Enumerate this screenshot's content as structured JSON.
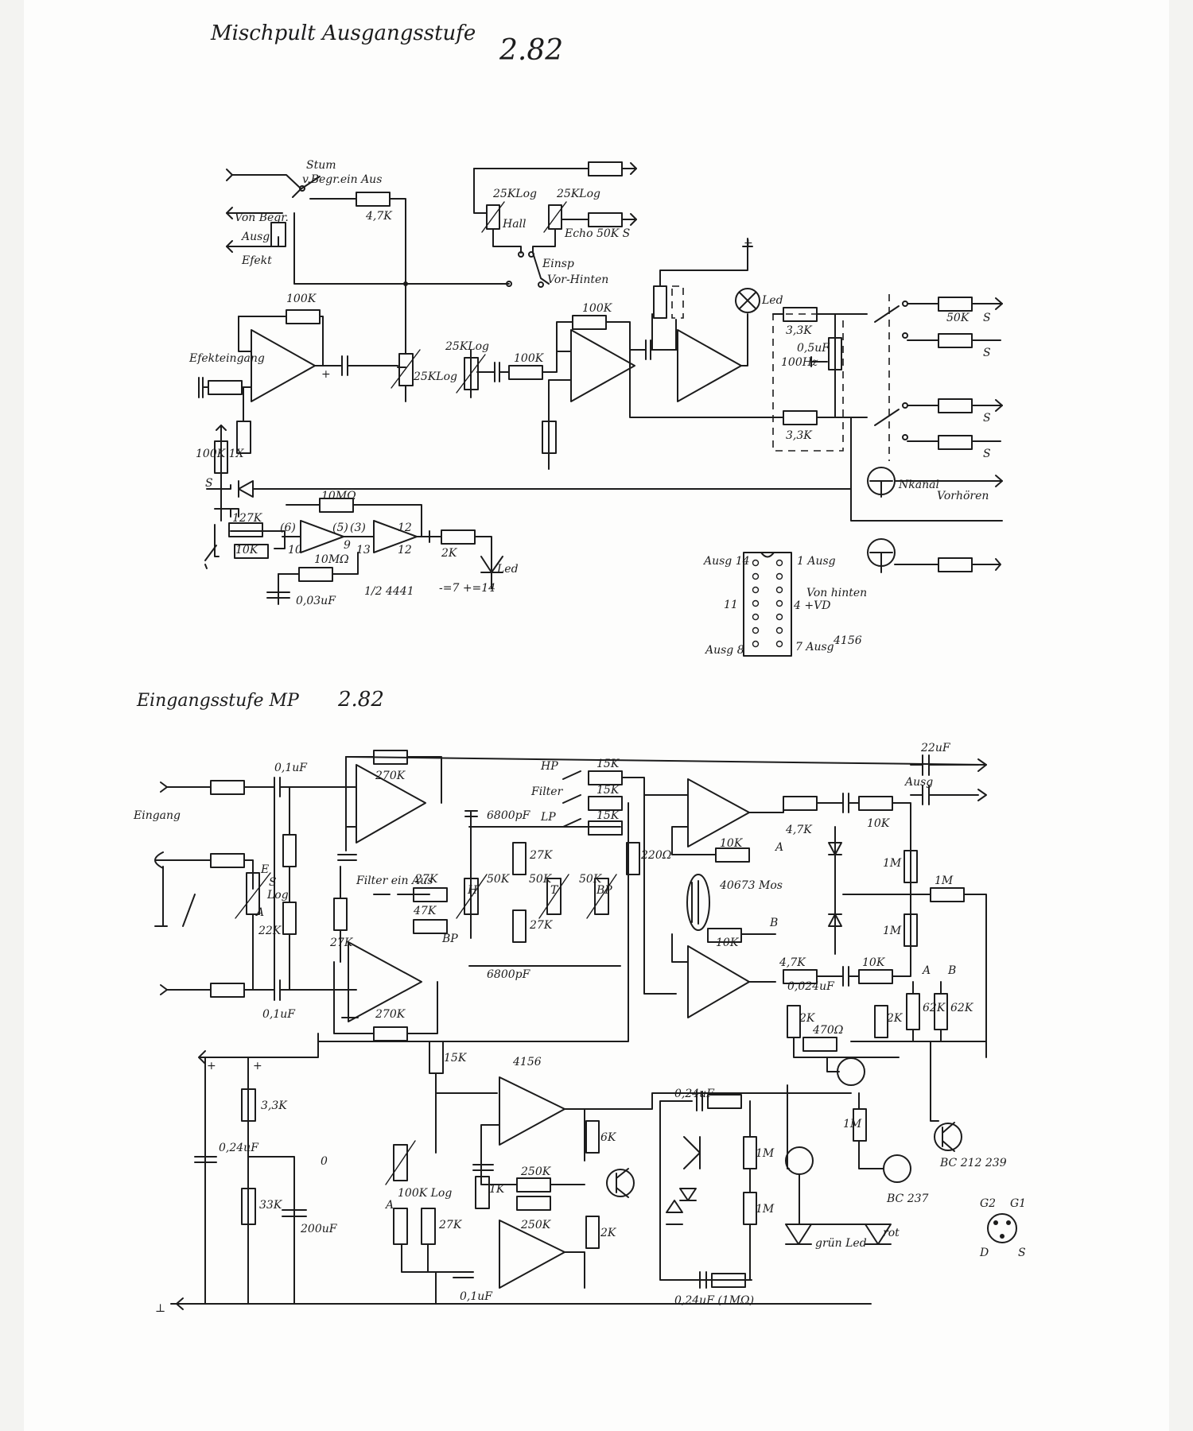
{
  "titles": {
    "top": "Mischpult Ausgangsstufe",
    "top_date": "2.82",
    "bottom": "Eingangsstufe MP",
    "bottom_date": "2.82"
  },
  "top_labels": {
    "stumm": "Stum",
    "begrein": "v.Begr.ein Aus",
    "vonbegr": "Von Begr.",
    "ausg": "Ausg",
    "efekt": "Efekt",
    "r47k": "4,7K",
    "r50k_a": "50K S",
    "pot25klog_a": "25KLog",
    "pot25klog_b": "25KLog",
    "hall": "Hall",
    "echo": "Echo 50K S",
    "einsp": "Einsp",
    "vorhinten": "Vor-Hinten",
    "plus": "+",
    "led_a": "Led",
    "r100k_a": "100K",
    "r100k_b": "100K",
    "r100k_c": "100K",
    "pot25klog_c": "25KLog",
    "pot25klog_d": "25KLog",
    "effekteingang": "Efekteingang",
    "r33k_a": "3,3K",
    "r33k_b": "3,3K",
    "c05uf": "0,5uF",
    "c100hz": "100Hz",
    "r50k_b": "50K",
    "s_a": "S",
    "s_b": "S",
    "s_c": "S",
    "s_d": "S",
    "nkanal": "Nkanal",
    "vorhoeren": "Vorhören",
    "r100k_1x": "100K 1X",
    "s_e": "S",
    "r127k": "127K",
    "r10mohm_a": "10MΩ",
    "r10mohm_b": "10MΩ",
    "r10k": "10K",
    "pin6": "(6)",
    "pin5": "(5)",
    "pin3": "(3)",
    "pin12": "12",
    "pin10": "10",
    "pin9": "9",
    "pin13": "13",
    "pin12b": "12",
    "r2k": "2K",
    "led_b": "Led",
    "c003uf": "0,03uF",
    "ic4441": "1/2 4441",
    "power": "-=7 +=14",
    "ausg14": "Ausg 14",
    "ausg1": "1 Ausg",
    "pin11": "11",
    "pin4": "4 +VD",
    "vonhinten": "Von hinten",
    "ausg8": "Ausg 8",
    "ausg7": "7 Ausg",
    "ic4156": "4156"
  },
  "bottom_labels": {
    "c01uf_a": "0,1uF",
    "c01uf_b": "0,1uF",
    "eingang": "Eingang",
    "e": "E",
    "s": "S",
    "log": "Log",
    "a": "A",
    "r22k": "22K",
    "r270k_a": "270K",
    "r270k_b": "270K",
    "r27k_a": "27K",
    "r27k_b": "27K",
    "r27k_c": "27K",
    "r27k_d": "27K",
    "r47k": "47K",
    "bp_a": "BP",
    "filterein": "Filter ein Aus",
    "c6800pf_a": "6800pF",
    "c6800pf_b": "6800pF",
    "h": "H",
    "t": "T",
    "bp_b": "BP",
    "p50k_a": "50K",
    "p50k_b": "50K",
    "p50k_c": "50K",
    "hp": "HP",
    "filter": "Filter",
    "lp": "LP",
    "r15k_a": "15K",
    "r15k_b": "15K",
    "r15k_c": "15K",
    "r220": "220Ω",
    "r47k_a": "4,7K",
    "r47k_b": "4,7K",
    "r10k_a": "10K",
    "r10k_b": "10K",
    "r10k_c": "10K",
    "r10k_d": "10K",
    "mos": "40673 Mos",
    "b": "B",
    "a2": "A",
    "c22uf": "22uF",
    "ausg": "Ausg",
    "r1m_a": "1M",
    "r1m_b": "1M",
    "r1m_c": "1M",
    "r1m_d": "1M",
    "r1m_e": "1M",
    "r1m_f": "1M",
    "c0024uf": "0,024uF",
    "r2k_a": "2K",
    "r2k_b": "2K",
    "r470": "470Ω",
    "a3": "A",
    "b3": "B",
    "r62k_a": "62K",
    "r62k_b": "62K",
    "r33k": "3,3K",
    "r33k2": "33K",
    "c024uf": "0,24uF",
    "c200uf": "200uF",
    "zero": "0",
    "r15k": "15K",
    "ic4156": "4156",
    "r250k_a": "250K",
    "r250k_b": "250K",
    "r1k": "1K",
    "p100klog": "100K Log",
    "a4": "A",
    "r6k": "6K",
    "r2k_c": "2K",
    "c024uf_b": "0,24uF",
    "c024uf_c": "0,24uF (1MΩ)",
    "gruenled": "grün Led",
    "rot": "rot",
    "bc237": "BC 237",
    "bc212": "BC 212 239",
    "g2": "G2",
    "g1": "G1",
    "d": "D",
    "s2": "S",
    "c01uf_c": "0,1uF",
    "ground": "⊥"
  }
}
